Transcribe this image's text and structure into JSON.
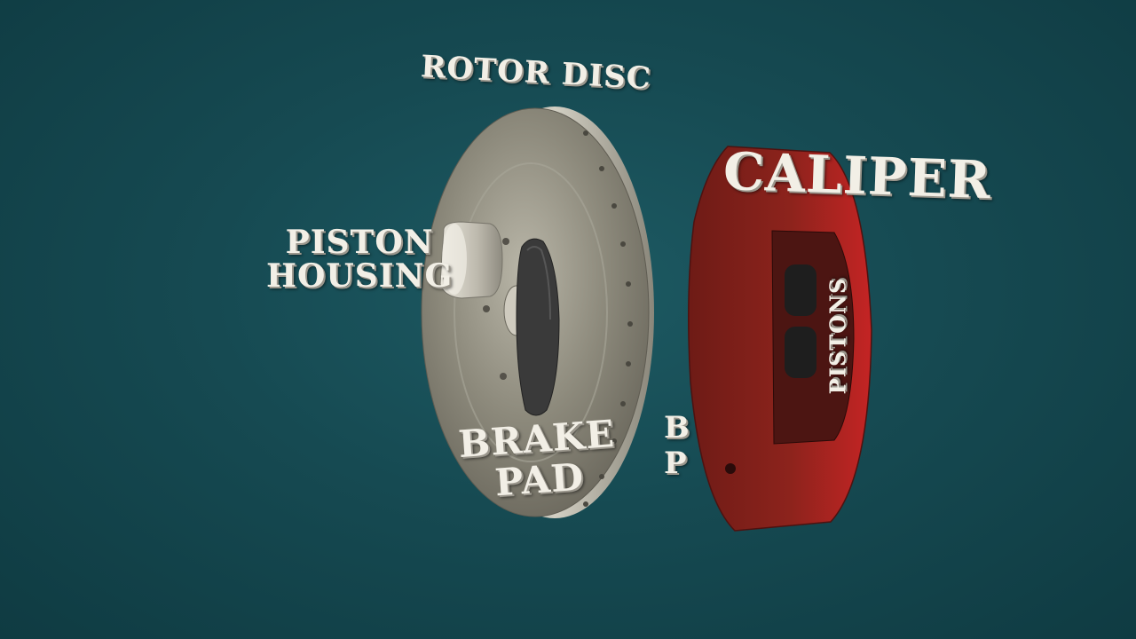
{
  "labels": {
    "rotor_disc": "ROTOR DISC",
    "caliper": "CALIPER",
    "piston_housing_line1": "PISTON",
    "piston_housing_line2": "HOUSING",
    "brake_pad_line1": "BRAKE",
    "brake_pad_line2": "PAD",
    "pistons": "PISTONS",
    "brake_pad_partial_line1": "B",
    "brake_pad_partial_line2": "P"
  },
  "colors": {
    "background": "#164a52",
    "caliper": "#b51d1d",
    "rotor": "#9a9788",
    "brake_pad": "#3a3a3a",
    "label": "#f2efe6"
  }
}
